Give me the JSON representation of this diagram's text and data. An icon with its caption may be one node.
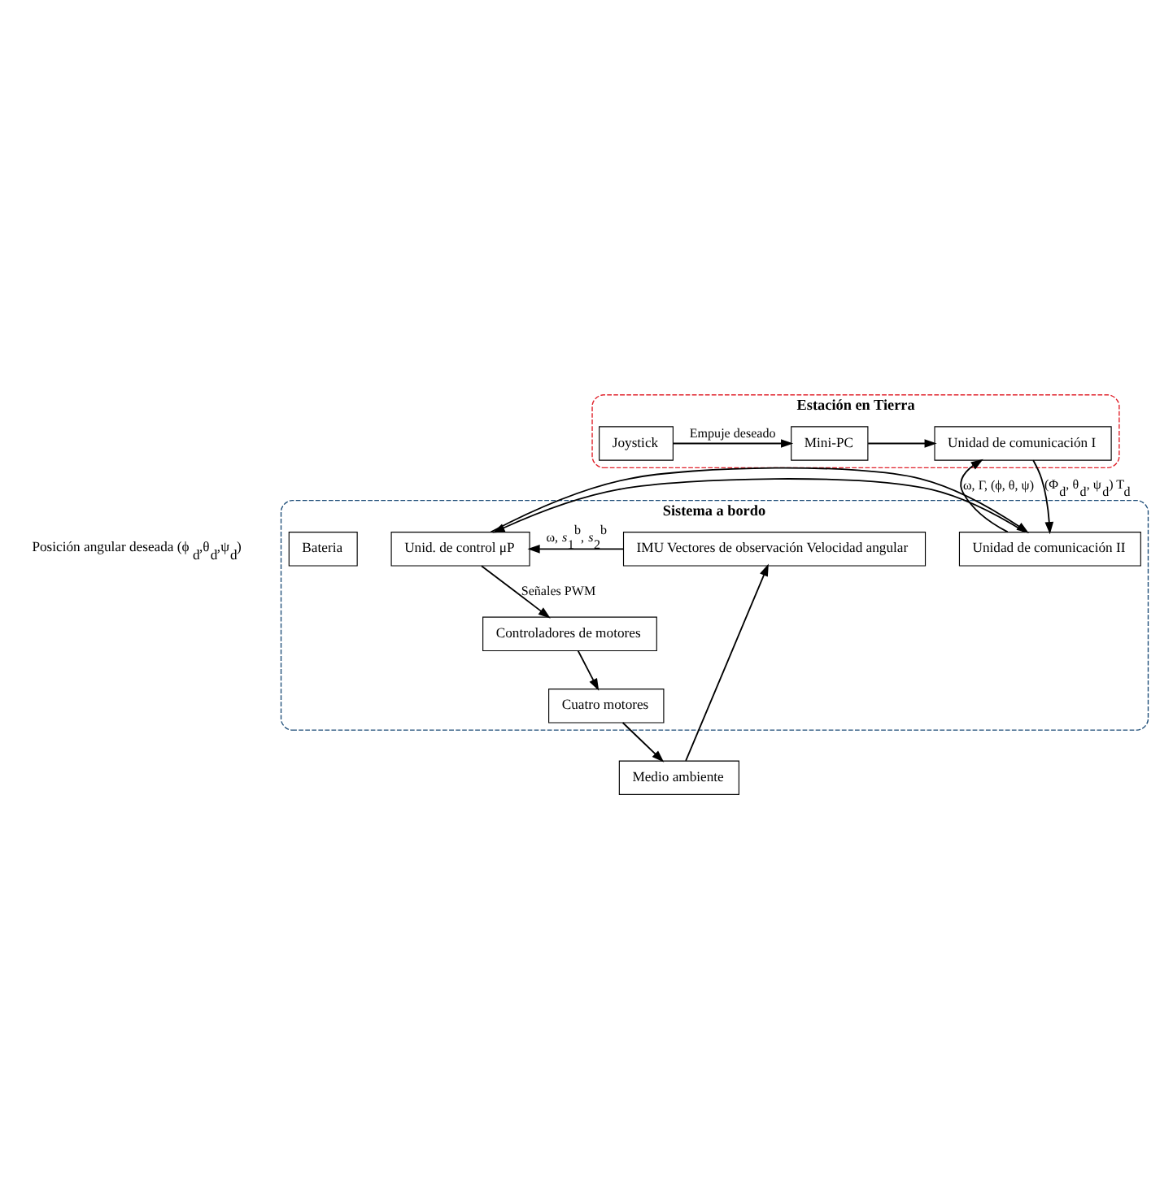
{
  "diagram": {
    "nodes": [
      {
        "text": [
          "Estación en Tierra"
        ]
      },
      {
        "text": [
          "Joystick"
        ],
        "in": 0
      },
      {
        "text": [
          "Mini-PC"
        ],
        "in": 0
      },
      {
        "text": [
          "Unidad de comunicación I"
        ],
        "in": 0
      },
      {
        "text": [
          "Sistema a bordo"
        ]
      },
      {
        "text": [
          "Unid. de control μP"
        ],
        "in": 4
      },
      {
        "text": [
          "Unidad de comunicación II"
        ],
        "in": 4
      },
      {
        "text": [
          "IMU Vectores de observación Velocidad angular"
        ],
        "in": 4
      },
      {
        "text": [
          "Controladores de motores"
        ],
        "in": 4
      },
      {
        "text": [
          "Bateria"
        ],
        "in": 4
      },
      {
        "text": [
          "Cuatro motores"
        ],
        "in": 4
      },
      {
        "text": [
          "Medio ambiente"
        ]
      }
    ],
    "edges": [
      {
        "from": 1,
        "to": 2,
        "arrow": "to",
        "label": "Empuje deseado"
      },
      {
        "from": 2,
        "to": 3,
        "arrow": "to"
      },
      {
        "from": 6,
        "to": 3,
        "arrow": "to",
        "label": "ω, Γ, (ϕ, θ, ψ)"
      },
      {
        "from": 3,
        "to": 6,
        "arrow": "to",
        "label": "(Φ$_{d}$, θ$_{d}$, ψ$_{d}$) T$_{d}$"
      },
      {
        "from": 6,
        "to": 5,
        "arrow": "to"
      },
      {
        "from": 5,
        "to": 6,
        "arrow": "to"
      },
      {
        "from": 7,
        "to": 5,
        "arrow": "to",
        "label": "ω, *s*$_{1}$$^{b}$, *s*$_{2}$$^{b}$"
      },
      {
        "from": 5,
        "to": 8,
        "arrow": "to",
        "label": "Señales PWM"
      },
      {
        "from": 8,
        "to": 10,
        "arrow": "to"
      },
      {
        "from": 10,
        "to": 11,
        "arrow": "to"
      },
      {
        "from": 11,
        "to": 7,
        "arrow": "to"
      }
    ],
    "labels": [
      "Posición angular deseada (ϕ$_{d}$,θ$_{d}$,ψ$_{d}$)"
    ]
  }
}
